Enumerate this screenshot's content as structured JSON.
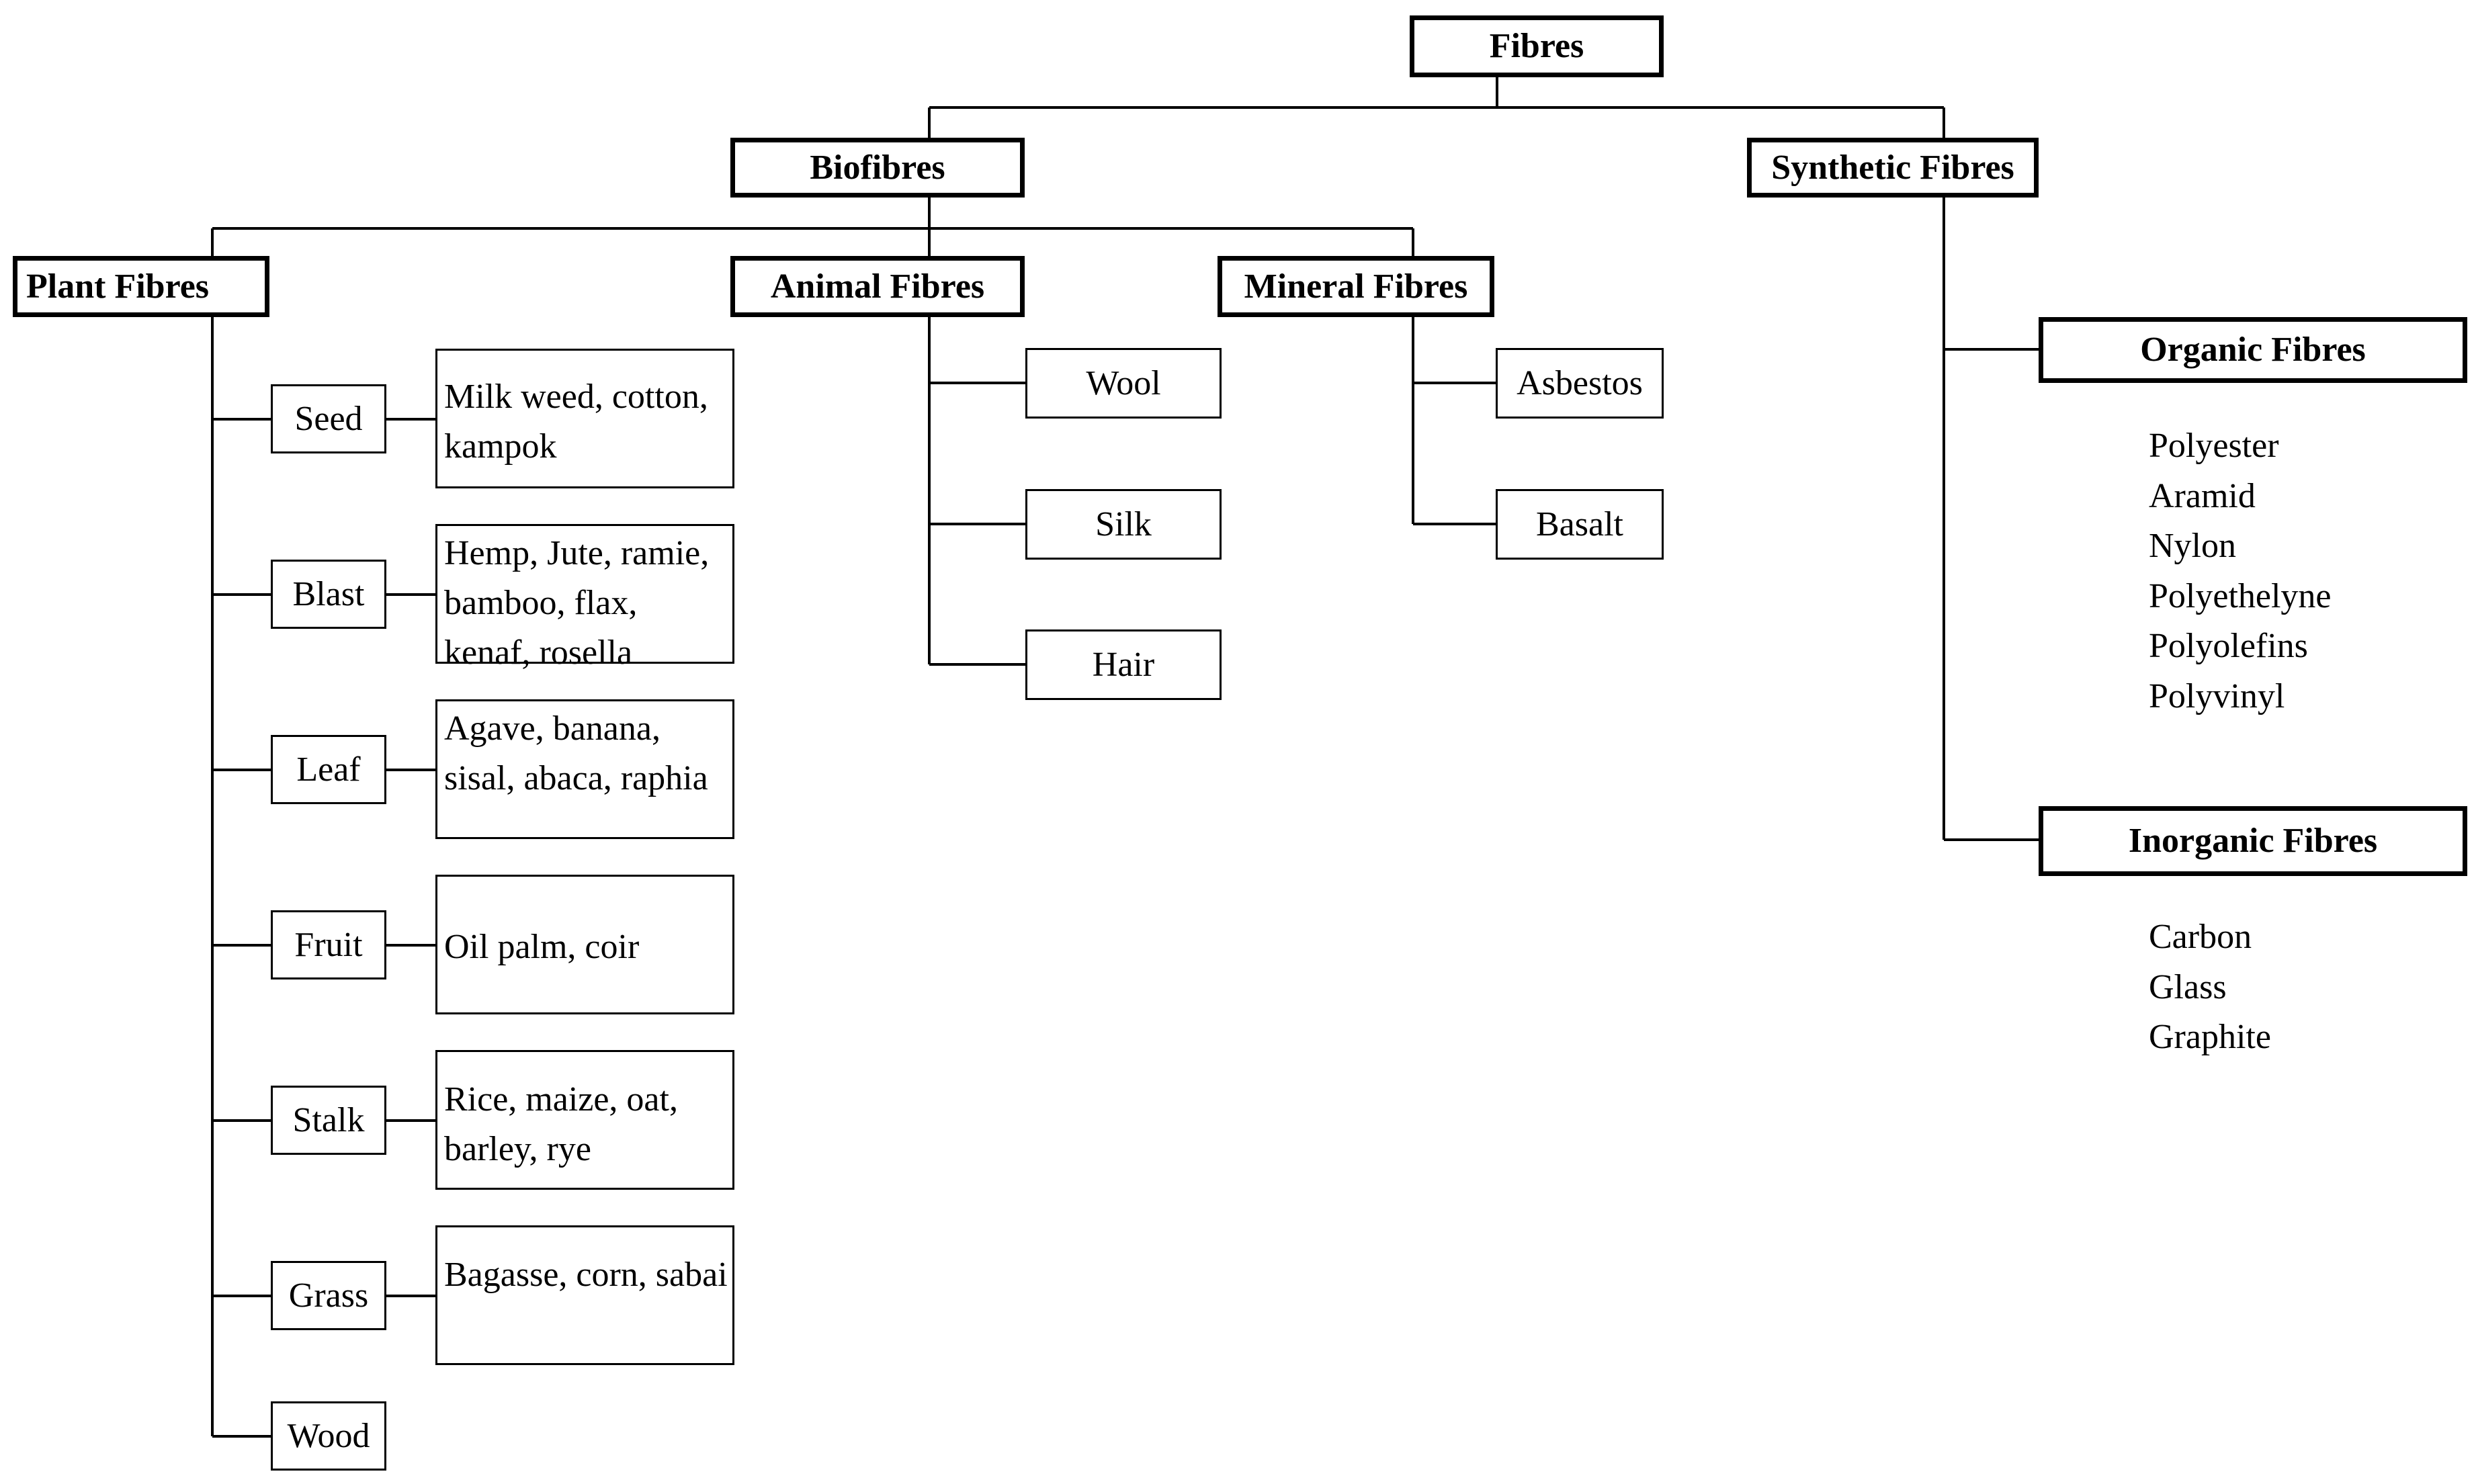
{
  "root": "Fibres",
  "biofibres": {
    "label": "Biofibres",
    "plant": {
      "label": "Plant Fibres",
      "types": [
        {
          "label": "Seed",
          "examples": "Milk weed, cotton, kampok"
        },
        {
          "label": "Blast",
          "examples": "Hemp, Jute, ramie, bamboo, flax, kenaf, rosella"
        },
        {
          "label": "Leaf",
          "examples": "Agave, banana, sisal, abaca, raphia"
        },
        {
          "label": "Fruit",
          "examples": "Oil palm, coir"
        },
        {
          "label": "Stalk",
          "examples": "Rice, maize, oat, barley, rye"
        },
        {
          "label": "Grass",
          "examples": "Bagasse, corn, sabai"
        },
        {
          "label": "Wood",
          "examples": ""
        }
      ]
    },
    "animal": {
      "label": "Animal Fibres",
      "types": [
        "Wool",
        "Silk",
        "Hair"
      ]
    },
    "mineral": {
      "label": "Mineral Fibres",
      "types": [
        "Asbestos",
        "Basalt"
      ]
    }
  },
  "synthetic": {
    "label": "Synthetic Fibres",
    "organic": {
      "label": "Organic Fibres",
      "items": [
        "Polyester",
        "Aramid",
        "Nylon",
        "Polyethelyne",
        "Polyolefins",
        "Polyvinyl"
      ]
    },
    "inorganic": {
      "label": "Inorganic Fibres",
      "items": [
        "Carbon",
        "Glass",
        "Graphite"
      ]
    }
  }
}
